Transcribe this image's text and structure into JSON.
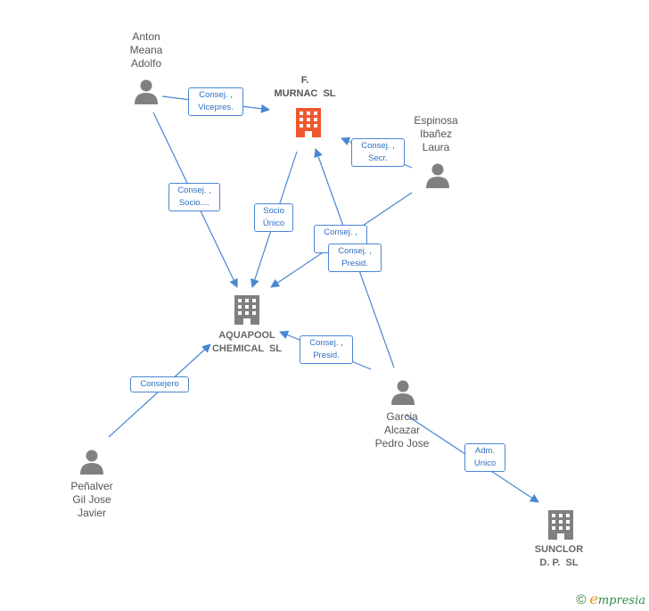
{
  "nodes": {
    "anton": [
      "Anton",
      "Meana",
      "Adolfo"
    ],
    "espinosa": [
      "Espinosa",
      "Ibañez",
      "Laura"
    ],
    "garcia": [
      "Garcia",
      "Alcazar",
      "Pedro Jose"
    ],
    "penalver": [
      "Peñalver",
      "Gil Jose",
      "Javier"
    ],
    "murnac": [
      "F.",
      "MURNAC  SL"
    ],
    "aquapool": [
      "AQUAPOOL",
      "CHEMICAL  SL"
    ],
    "sunclor": [
      "SUNCLOR",
      "D. P.  SL"
    ]
  },
  "edges": {
    "anton_murnac": [
      "Consej. ,",
      "Vicepres."
    ],
    "anton_aquapool": [
      "Consej. ,",
      "Socio...."
    ],
    "murnac_aquapool": [
      "Socio",
      "Único"
    ],
    "espinosa_murnac": [
      "Consej. ,",
      "Secr."
    ],
    "espinosa_aquapool": [
      "Consej. ,",
      ""
    ],
    "garcia_murnac": [
      "Consej. ,",
      "Presid."
    ],
    "garcia_aquapool": [
      "Consej. ,",
      "Presid."
    ],
    "penalver_aquapool": [
      "Consejero"
    ],
    "garcia_sunclor": [
      "Adm.",
      "Unico"
    ]
  },
  "colors": {
    "edge": "#4a86d4",
    "person": "#808080",
    "company": "#808080",
    "highlight": "#f0582e"
  },
  "brand": {
    "symbol": "©",
    "e": "e",
    "rest": "mpresia"
  }
}
